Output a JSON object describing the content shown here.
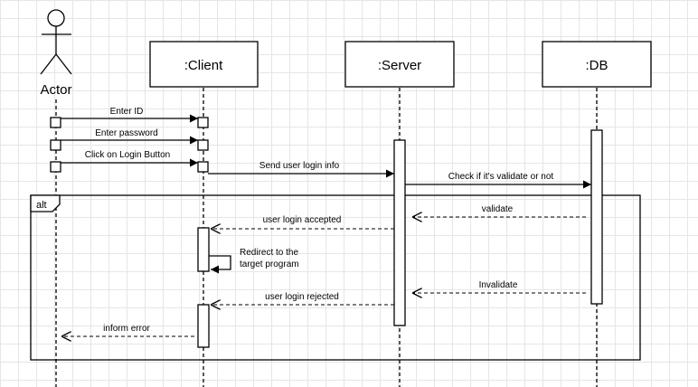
{
  "actor": {
    "label": "Actor"
  },
  "lifelines": {
    "client": {
      "label": ":Client"
    },
    "server": {
      "label": ":Server"
    },
    "db": {
      "label": ":DB"
    }
  },
  "messages": {
    "enter_id": "Enter ID",
    "enter_password": "Enter password",
    "click_login": "Click on Login Button",
    "send_login_info": "Send user login info",
    "check_validate": "Check if it's validate or not",
    "validate": "validate",
    "login_accepted": "user login accepted",
    "redirect_line1": "Redirect to the",
    "redirect_line2": "target program",
    "invalidate": "Invalidate",
    "login_rejected": "user login rejected",
    "inform_error": "inform error"
  },
  "fragment": {
    "operator": "alt"
  }
}
